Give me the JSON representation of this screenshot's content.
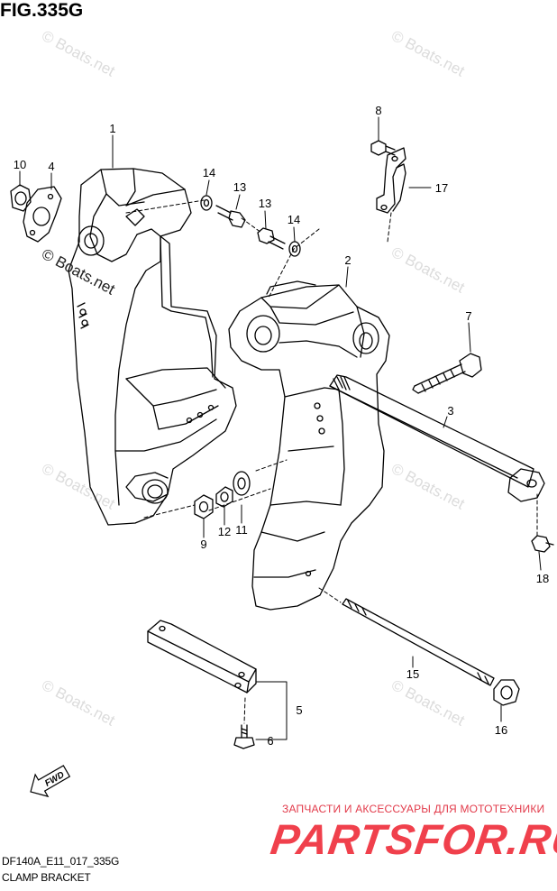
{
  "figure": {
    "title": "FIG.335G",
    "code": "DF140A_E11_017_335G",
    "name": "CLAMP BRACKET"
  },
  "watermark": "© Boats.net",
  "callouts": [
    {
      "id": "c1",
      "label": "1"
    },
    {
      "id": "c2",
      "label": "2"
    },
    {
      "id": "c3",
      "label": "3"
    },
    {
      "id": "c4",
      "label": "4"
    },
    {
      "id": "c5",
      "label": "5"
    },
    {
      "id": "c6",
      "label": "6"
    },
    {
      "id": "c7",
      "label": "7"
    },
    {
      "id": "c8",
      "label": "8"
    },
    {
      "id": "c9",
      "label": "9"
    },
    {
      "id": "c10",
      "label": "10"
    },
    {
      "id": "c11",
      "label": "11"
    },
    {
      "id": "c12",
      "label": "12"
    },
    {
      "id": "c13a",
      "label": "13"
    },
    {
      "id": "c13b",
      "label": "13"
    },
    {
      "id": "c14a",
      "label": "14"
    },
    {
      "id": "c14b",
      "label": "14"
    },
    {
      "id": "c15",
      "label": "15"
    },
    {
      "id": "c16",
      "label": "16"
    },
    {
      "id": "c17",
      "label": "17"
    },
    {
      "id": "c18",
      "label": "18"
    }
  ],
  "fwd_label": "FWD",
  "promo": {
    "tagline": "ЗАПЧАСТИ И АКСЕССУАРЫ ДЛЯ МОТОТЕХНИКИ",
    "logo": "PARTSFOR.RU",
    "color": "#f0404c"
  }
}
